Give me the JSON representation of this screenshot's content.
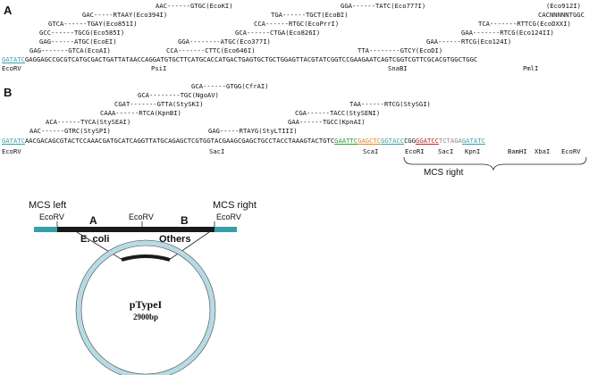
{
  "panelA": {
    "label": "A",
    "annotations": [
      "AAC------GTGC(EcoKI)",
      "GGA------TATC(Eco777I)",
      "(Eco912I)",
      "GAC-----RTAAY(Eco394I)",
      "TGA------TGCT(EcoBI)",
      "CACNNNNNTGGC",
      "GTCA------TGAY(Eco851I)",
      "CCA------RTGC(EcoPrrI)",
      "TCA-------RTTCG(EcoDXXI)",
      "GCC------TGCG(Eco585I)",
      "GCA------CTGA(Eco826I)",
      "GAA-------RTCG(Eco124II)",
      "GAG------ATGC(EcoEI)",
      "GGA--------ATGC(Eco377I)",
      "GAA------RTCG(Eco124I)",
      "GAG-------GTCA(EcoAI)",
      "CCA-------CTTC(Eco646I)",
      "TTA--------GTCY(EcoDI)"
    ],
    "sequence": {
      "left_site": "GATATC",
      "middle": "GAGGAGCCGCGTCATGCGACTGATTATAACCAGGATGTGCTTCATGCACCATGACTGAGTGCTGCTGGAGTTACGTATCGGTCCGAAGAATCAGTCGGTCGTTCGCACGTGGCTGGC"
    },
    "enzymes": [
      "EcoRV",
      "PsiI",
      "SnaBI",
      "PmlI"
    ]
  },
  "panelB": {
    "label": "B",
    "annotations": [
      "GCA------GTGG(CfrAI)",
      "GCA--------TGC(NgoAV)",
      "CGAT-------GTTA(StySKI)",
      "TAA------RTCG(StySGI)",
      "CAAA------RTCA(KpnBI)",
      "CGA------TACC(StySENI)",
      "ACA------TYCA(StySEAI)",
      "GAA------TGCC(KpnAI)",
      "AAC------GTRC(StySPI)",
      "GAG-----RTAYG(StyLTIII)"
    ],
    "sequence": {
      "left_site": "GATATC",
      "middle": "AACGACAGCGTACTCCAAACGATGCATCAGGTTATGCAGAGCTCGTGGTACGAAGCGAGCTGCCTACCTAAAGTACTGTC",
      "ecori": "GAATTC",
      "saci": "GAGCTC",
      "kpni": "GGTACC",
      "spacer": "CGG",
      "bamhi": "GGATCC",
      "xbai": "TCTAGA",
      "ecorv": "GATATC"
    },
    "enzymes": [
      "EcoRV",
      "SacI",
      "ScaI",
      "EcoRI",
      "SacI",
      "KpnI",
      "BamHI",
      "XbaI",
      "EcoRV"
    ],
    "mcs_right": "MCS right"
  },
  "map": {
    "mcs_left": "MCS left",
    "mcs_right": "MCS right",
    "ecorv_left": "EcoRV",
    "ecorv_mid": "EcoRV",
    "ecorv_right": "EcoRV",
    "seg_a": "A",
    "seg_b": "B",
    "ecoli": "E. coli",
    "others": "Others",
    "plasmid_name": "pTypeI",
    "plasmid_size": "2900bp"
  },
  "colors": {
    "teal": "#3a9ea8",
    "green": "#2e9a3a",
    "orange": "#e08a1e",
    "red": "#b8282a",
    "plasmid_ring": "#b7dbe5"
  }
}
